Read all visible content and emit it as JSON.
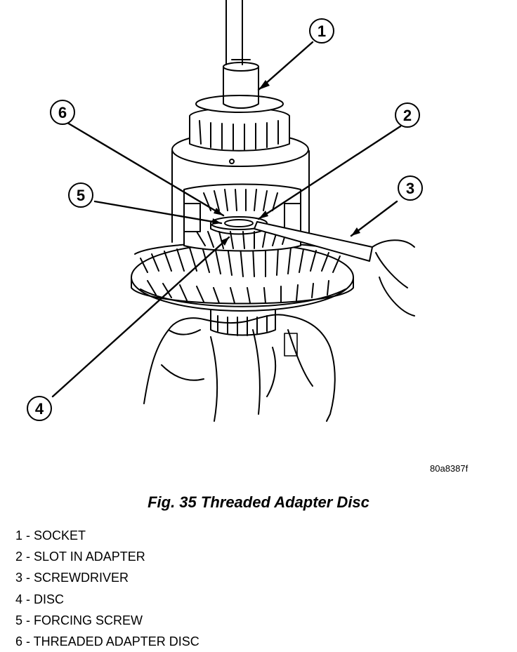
{
  "figure": {
    "id_label": "80a8387f",
    "caption": "Fig. 35 Threaded Adapter Disc"
  },
  "callouts": [
    {
      "number": "1",
      "name": "callout-1-socket"
    },
    {
      "number": "2",
      "name": "callout-2-slot-in-adapter"
    },
    {
      "number": "3",
      "name": "callout-3-screwdriver"
    },
    {
      "number": "4",
      "name": "callout-4-disc"
    },
    {
      "number": "5",
      "name": "callout-5-forcing-screw"
    },
    {
      "number": "6",
      "name": "callout-6-threaded-adapter-disc"
    }
  ],
  "legend": [
    {
      "text": "1 - SOCKET"
    },
    {
      "text": "2 - SLOT IN ADAPTER"
    },
    {
      "text": "3 - SCREWDRIVER"
    },
    {
      "text": "4 - DISC"
    },
    {
      "text": "5 - FORCING SCREW"
    },
    {
      "text": "6 - THREADED ADAPTER DISC"
    }
  ],
  "colors": {
    "ink": "#000000",
    "paper": "#ffffff"
  }
}
